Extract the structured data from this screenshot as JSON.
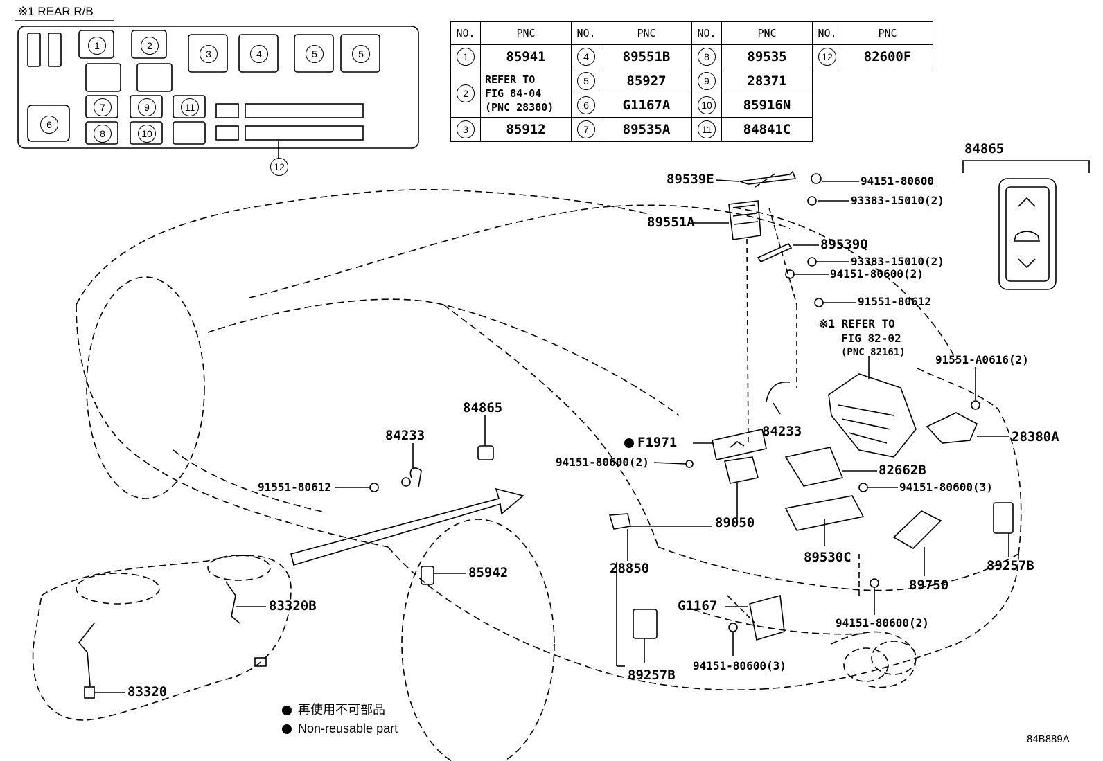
{
  "rear_rb_title": "※1 REAR R/B",
  "fuse_box_labels": [
    "1",
    "2",
    "3",
    "4",
    "5",
    "5",
    "6",
    "7",
    "9",
    "11",
    "8",
    "10",
    "12"
  ],
  "table": {
    "header_no": "NO.",
    "header_pnc": "PNC",
    "rows": [
      [
        {
          "no": "1",
          "pnc": "85941"
        },
        {
          "no": "4",
          "pnc": "89551B"
        },
        {
          "no": "8",
          "pnc": "89535"
        },
        {
          "no": "12",
          "pnc": "82600F"
        }
      ],
      [
        {
          "no": "2",
          "pnc": "REFER TO FIG 84-04 (PNC 28380)"
        },
        {
          "no": "5",
          "pnc": "85927"
        },
        {
          "no": "9",
          "pnc": "28371"
        }
      ],
      [
        {
          "no": "",
          "pnc": ""
        },
        {
          "no": "6",
          "pnc": "G1167A"
        },
        {
          "no": "10",
          "pnc": "85916N"
        }
      ],
      [
        {
          "no": "3",
          "pnc": "85912"
        },
        {
          "no": "7",
          "pnc": "89535A"
        },
        {
          "no": "11",
          "pnc": "84841C"
        }
      ]
    ],
    "refer_line1": "REFER TO",
    "refer_line2": "FIG 84-04",
    "refer_line3": "(PNC 28380)"
  },
  "parts": {
    "p84865_top": "84865",
    "p89539E": "89539E",
    "p94151_80600_a": "94151-80600",
    "p93383_a": "93383-15010(2)",
    "p89551A": "89551A",
    "p89539Q": "89539Q",
    "p93383_b": "93383-15010(2)",
    "p94151_80600_2a": "94151-80600(2)",
    "p91551_80612_a": "91551-80612",
    "refer_82_1": "※1 REFER TO",
    "refer_82_2": "FIG 82-02",
    "refer_82_3": "(PNC 82161)",
    "p91551_A0616": "91551-A0616(2)",
    "p28380A": "28380A",
    "p84233_a": "84233",
    "p84865_b": "84865",
    "p84233_b": "84233",
    "p91551_80612_b": "91551-80612",
    "pF1971": "F1971",
    "p94151_80600_2b": "94151-80600(2)",
    "p82662B": "82662B",
    "p94151_80600_3a": "94151-80600(3)",
    "p89050": "89050",
    "p89530C": "89530C",
    "p89257B_a": "89257B",
    "p28850": "28850",
    "p85942": "85942",
    "p89750": "89750",
    "pG1167": "G1167",
    "p94151_80600_2c": "94151-80600(2)",
    "p83320B": "83320B",
    "p94151_80600_3b": "94151-80600(3)",
    "p89257B_b": "89257B",
    "p83320": "83320"
  },
  "legend": {
    "jp": "再使用不可部品",
    "en": "Non-reusable part"
  },
  "figure_id": "84B889A"
}
